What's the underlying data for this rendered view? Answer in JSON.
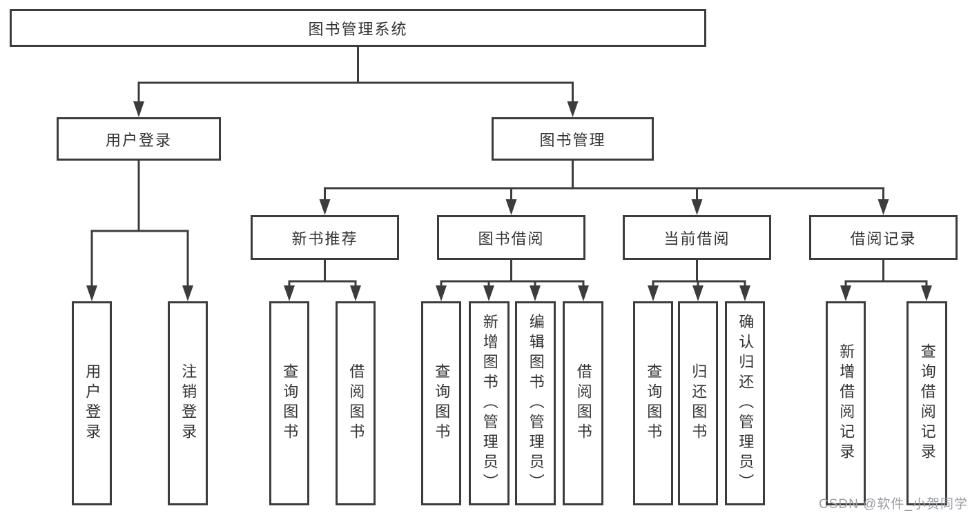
{
  "nodes": {
    "root": "图书管理系统",
    "level2": [
      "用户登录",
      "图书管理"
    ],
    "level3": [
      "新书推荐",
      "图书借阅",
      "当前借阅",
      "借阅记录"
    ],
    "leaves_user": [
      "用户登录",
      "注销登录"
    ],
    "leaves_newbook": [
      "查询图书",
      "借阅图书"
    ],
    "leaves_borrow": [
      "查询图书",
      "新增图书（管理员）",
      "编辑图书（管理员）",
      "借阅图书"
    ],
    "leaves_current": [
      "查询图书",
      "归还图书",
      "确认归还（管理员）"
    ],
    "leaves_records": [
      "新增借阅记录",
      "查询借阅记录"
    ]
  },
  "watermark": "CSDN @软件_小贺同学",
  "colors": {
    "line": "#3c3c3c",
    "text": "#333333",
    "background": "#ffffff",
    "watermark": "#9b9ea3"
  }
}
